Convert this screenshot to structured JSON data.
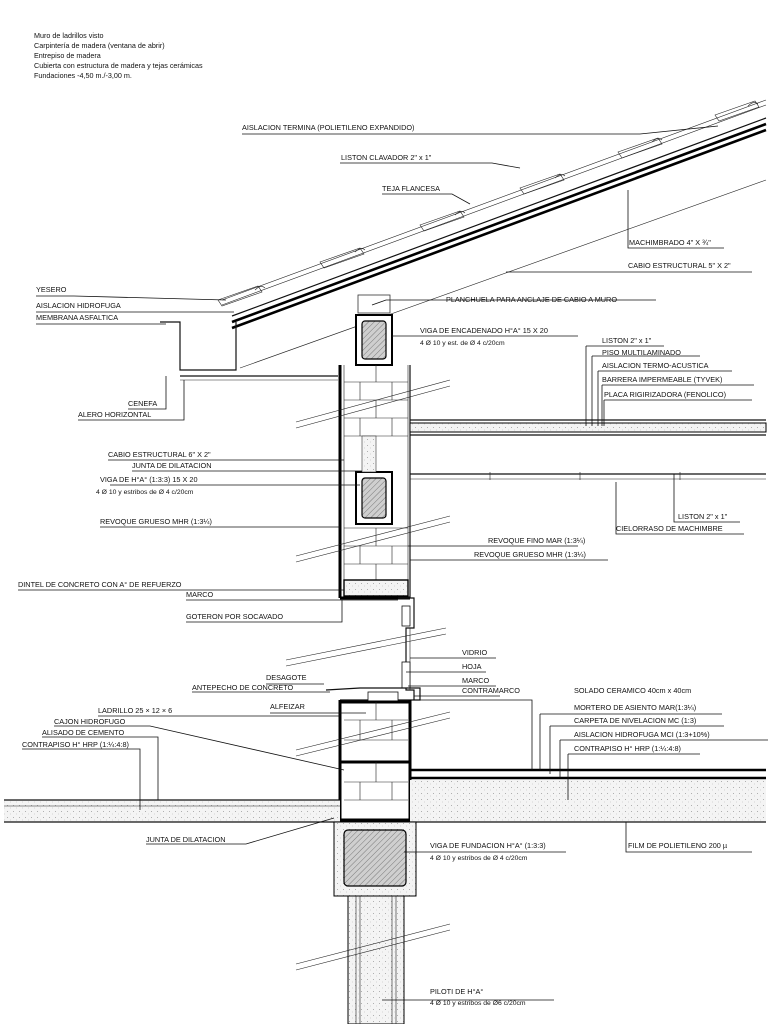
{
  "notes": [
    "Muro de ladrillos visto",
    "Carpintería de madera (ventana de abrir)",
    "Entrepiso de madera",
    "Cubierta con estructura de madera y tejas cerámicas",
    "Fundaciones -4,50 m./-3,00 m."
  ],
  "labels": {
    "aislacion_termica": "AISLACION TERMINA (POLIETILENO EXPANDIDO)",
    "liston_clavador": "LISTON CLAVADOR 2\" x 1\"",
    "teja": "TEJA FLANCESA",
    "machimbrado": "MACHIMBRADO 4\" X ¾\"",
    "cabio_5x2": "CABIO ESTRUCTURAL 5\" X 2\"",
    "yesero": "YESERO",
    "aislacion_hidrofuga": "AISLACION HIDROFUGA",
    "membrana": "MEMBRANA ASFALTICA",
    "planchuela": "PLANCHUELA PARA ANCLAJE DE CABIO A MURO",
    "viga_encadenado": "VIGA DE ENCADENADO H°A° 15 X 20",
    "viga_encadenado_sub": "4 Ø 10 y est. de Ø 4 c/20cm",
    "liston_2x1_a": "LISTON 2\" x 1\"",
    "piso_multilaminado": "PISO MULTILAMINADO",
    "aislacion_termo": "AISLACION TERMO-ACUSTICA",
    "barrera": "BARRERA IMPERMEABLE (TYVEK)",
    "placa": "PLACA RIGIRIZADORA (FENOLICO)",
    "cenefa": "CENEFA",
    "alero": "ALERO HORIZONTAL",
    "cabio_6x2": "CABIO ESTRUCTURAL 6\" X 2\"",
    "junta_dilatacion_a": "JUNTA DE DILATACION",
    "viga_ha": "VIGA DE H°A° (1:3:3) 15 X 20",
    "viga_ha_sub": "4 Ø 10 y estribos de Ø 4 c/20cm",
    "revoque_grueso_a": "REVOQUE GRUESO MHR (1:3¼)",
    "liston_2x1_b": "LISTON 2\" x 1\"",
    "cielorraso": "CIELORRASO DE MACHIMBRE",
    "revoque_fino": "REVOQUE FINO MAR (1:3¼)",
    "revoque_grueso_b": "REVOQUE GRUESO MHR (1:3¼)",
    "dintel": "DINTEL DE CONCRETO CON A° DE REFUERZO",
    "marco_a": "MARCO",
    "goteron": "GOTERON POR SOCAVADO",
    "vidrio": "VIDRIO",
    "hoja": "HOJA",
    "marco_b": "MARCO",
    "contramarco": "CONTRAMARCO",
    "desagote": "DESAGOTE",
    "antepecho": "ANTEPECHO DE CONCRETO",
    "alfeizar": "ALFEIZAR",
    "ladrillo": "LADRILLO 25 × 12 × 6",
    "cajon": "CAJON HIDROFUGO",
    "alisado": "ALISADO DE CEMENTO",
    "contrapiso_a": "CONTRAPISO H° HRP (1:¼:4:8)",
    "solado": "SOLADO CERAMICO 40cm x 40cm",
    "mortero": "MORTERO DE ASIENTO MAR(1:3¼)",
    "carpeta": "CARPETA DE NIVELACION MC (1:3)",
    "aislacion_mci": "AISLACION HIDROFUGA MCI (1:3+10%)",
    "contrapiso_b": "CONTRAPISO H° HRP (1:¼:4:8)",
    "junta_dilatacion_b": "JUNTA DE DILATACION",
    "viga_fundacion": "VIGA DE FUNDACION H°A° (1:3:3)",
    "viga_fundacion_sub": "4 Ø 10 y estribos de Ø 4 c/20cm",
    "film": "FILM DE POLIETILENO 200 µ",
    "piloti": "PILOTI DE H°A°",
    "piloti_sub": "4 Ø 10 y estribos de Ø6 c/20cm"
  }
}
